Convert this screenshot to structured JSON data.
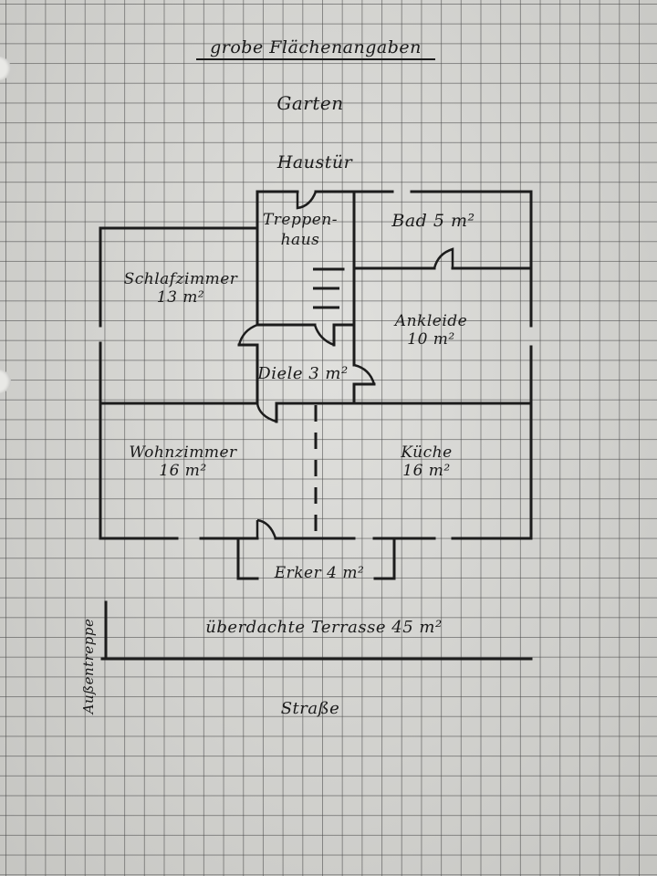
{
  "document": {
    "title": "grobe Flächenangaben",
    "medium": "hand-drawn floor plan on graph paper",
    "ink_color": "#1c1c1c",
    "paper_color": "#d6d6d2"
  },
  "orientation_labels": {
    "top": "Garten",
    "entrance": "Haustür",
    "bottom": "Straße",
    "side": "Außentreppe"
  },
  "rooms": [
    {
      "id": "stairwell",
      "name": "Treppen-",
      "name_line2": "haus",
      "area": ""
    },
    {
      "id": "bath",
      "name": "Bad",
      "area": "5 m²"
    },
    {
      "id": "bedroom",
      "name": "Schlafzimmer",
      "area": "13 m²"
    },
    {
      "id": "dressing",
      "name": "Ankleide",
      "area": "10 m²"
    },
    {
      "id": "hall",
      "name": "Diele",
      "area": "3 m²"
    },
    {
      "id": "living",
      "name": "Wohnzimmer",
      "area": "16 m²"
    },
    {
      "id": "kitchen",
      "name": "Küche",
      "area": "16 m²"
    },
    {
      "id": "bay",
      "name": "Erker",
      "area": "4 m²"
    },
    {
      "id": "terrace",
      "name": "überdachte Terrasse",
      "area": "45 m²"
    }
  ]
}
